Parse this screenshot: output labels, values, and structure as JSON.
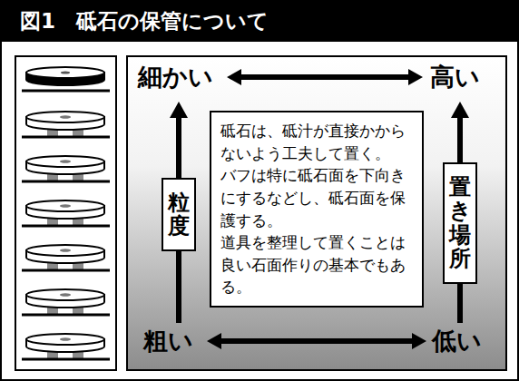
{
  "diagram": {
    "title": "図1　砥石の保管について",
    "nodes": [
      {
        "text": [
          "砥石は、砥汁が直接かからないよう工夫して置く。",
          "バフは特に砥石面を下向きにするなどし、砥石面を保護する。",
          "道具を整理して置くことは良い石面作りの基本でもある。"
        ]
      },
      {
        "text": [
          "粒度"
        ]
      },
      {
        "text": [
          "置き場所"
        ]
      }
    ],
    "labels": [
      "細かい",
      "高い",
      "粗い",
      "低い"
    ]
  }
}
